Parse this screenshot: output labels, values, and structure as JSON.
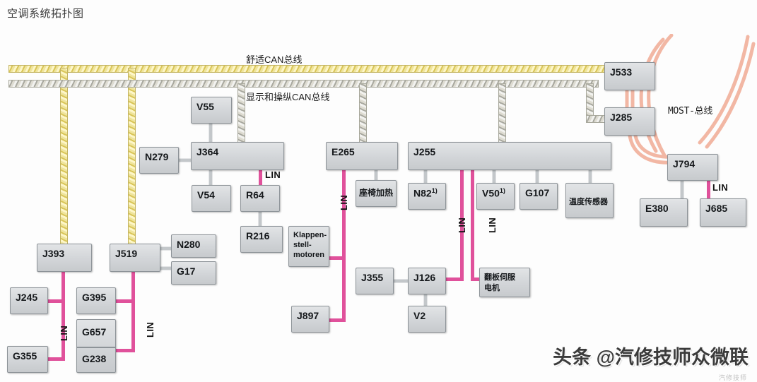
{
  "title": "空调系统拓扑图",
  "buses": {
    "comfort_label": "舒适CAN总线",
    "display_label": "显示和操纵CAN总线",
    "most_label": "MOST-总线",
    "comfort_color": "#d9c558",
    "display_color": "#a9a9a0",
    "most_color": "#f2b7a4",
    "lin_color": "#e0519b"
  },
  "lin_labels": {
    "j364_r64": "LIN",
    "e265_down": "LIN",
    "j393_down": "LIN",
    "j519_down": "LIN",
    "j255_left": "LIN",
    "j255_right": "LIN",
    "j794_j685": "LIN"
  },
  "nodes": {
    "j533": "J533",
    "j285": "J285",
    "j794": "J794",
    "e380": "E380",
    "j685": "J685",
    "v55": "V55",
    "n279": "N279",
    "j364": "J364",
    "v54": "V54",
    "r64": "R64",
    "r216": "R216",
    "e265": "E265",
    "seat_heat": "座椅加热",
    "j255": "J255",
    "n82": "N82",
    "n82_sup": "1)",
    "v50": "V50",
    "v50_sup": "1)",
    "g107": "G107",
    "temp_sensor": "温度传感器",
    "klappen": "Klappen-\nstell-\nmotoren",
    "j897": "J897",
    "j355": "J355",
    "j126": "J126",
    "v2": "V2",
    "flap_servo": "翻板伺服\n电机",
    "j393": "J393",
    "j519": "J519",
    "n280": "N280",
    "g17": "G17",
    "j245": "J245",
    "g355": "G355",
    "g395": "G395",
    "g657": "G657",
    "g238": "G238"
  },
  "watermark": {
    "text": "头条 @汽修技师众微联",
    "sub": "汽修技师"
  }
}
